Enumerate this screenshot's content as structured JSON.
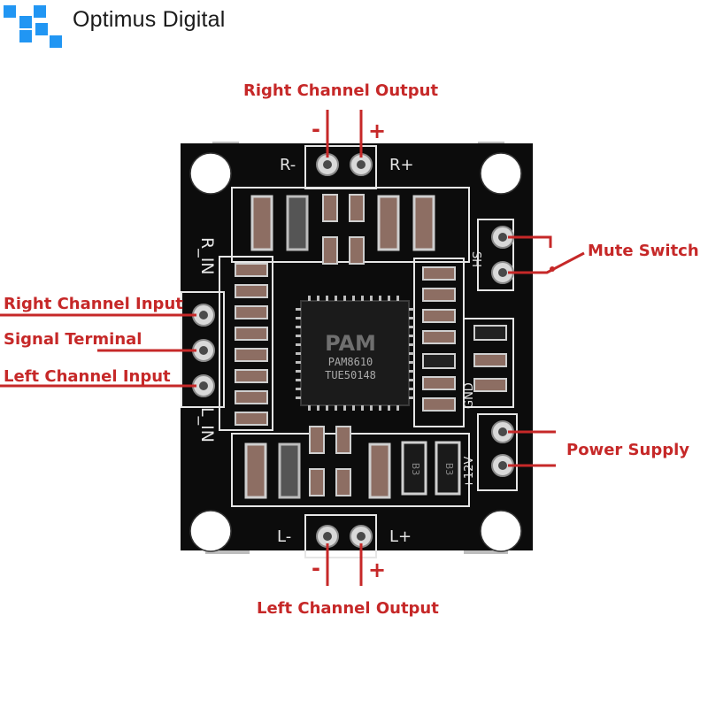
{
  "brand": {
    "name": "Optimus Digital",
    "accent": "#2196f3"
  },
  "annotations": {
    "right_output": {
      "title": "Right Channel Output",
      "minus": "-",
      "plus": "+"
    },
    "left_output": {
      "title": "Left Channel Output",
      "minus": "-",
      "plus": "+"
    },
    "mute": "Mute Switch",
    "power": "Power Supply",
    "right_input": "Right Channel Input",
    "signal": "Signal Terminal",
    "left_input": "Left Channel Input"
  },
  "board": {
    "silk": {
      "r_minus": "R-",
      "r_plus": "R+",
      "l_minus": "L-",
      "l_plus": "L+",
      "r_in": "R_IN",
      "l_in": "L_IN",
      "sh": "SH",
      "gnd": "GND",
      "v12": "+12V"
    },
    "chip": {
      "logo": "PAM",
      "model": "PAM8610",
      "code": "TUE50148"
    },
    "diode_label": "B3"
  },
  "colors": {
    "annotation": "#c62828",
    "pcb": "#0c0c0c",
    "silk": "#e6e6e6"
  }
}
